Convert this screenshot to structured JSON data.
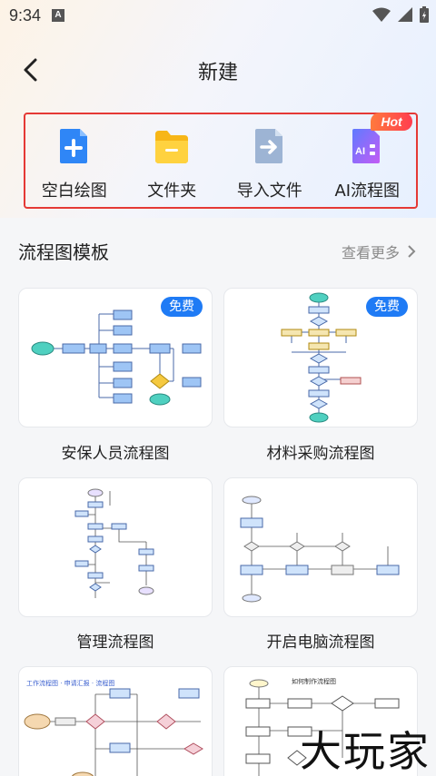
{
  "status": {
    "time": "9:34",
    "notify_icon": "A"
  },
  "header": {
    "title": "新建"
  },
  "quick_actions": [
    {
      "label": "空白绘图",
      "icon": "blank-drawing-icon",
      "color": "#2f86f6"
    },
    {
      "label": "文件夹",
      "icon": "folder-icon",
      "color": "#f7b617"
    },
    {
      "label": "导入文件",
      "icon": "import-file-icon",
      "color": "#8aa6c8"
    },
    {
      "label": "AI流程图",
      "icon": "ai-flowchart-icon",
      "color": "#8a6cf0",
      "badge": "Hot"
    }
  ],
  "templates": {
    "title": "流程图模板",
    "more": "查看更多",
    "items": [
      {
        "name": "安保人员流程图",
        "badge": "免费"
      },
      {
        "name": "材料采购流程图",
        "badge": "免费"
      },
      {
        "name": "管理流程图"
      },
      {
        "name": "开启电脑流程图"
      },
      {
        "name": "",
        "thumb_title": "工作流程图 · 申请汇报 · 流程图"
      },
      {
        "name": "",
        "thumb_title": "如何制作流程图"
      }
    ]
  },
  "watermark": "大玩家",
  "colors": {
    "accent": "#1f7bf5",
    "highlight_border": "#e53935",
    "hot": "#ff4d3d"
  }
}
